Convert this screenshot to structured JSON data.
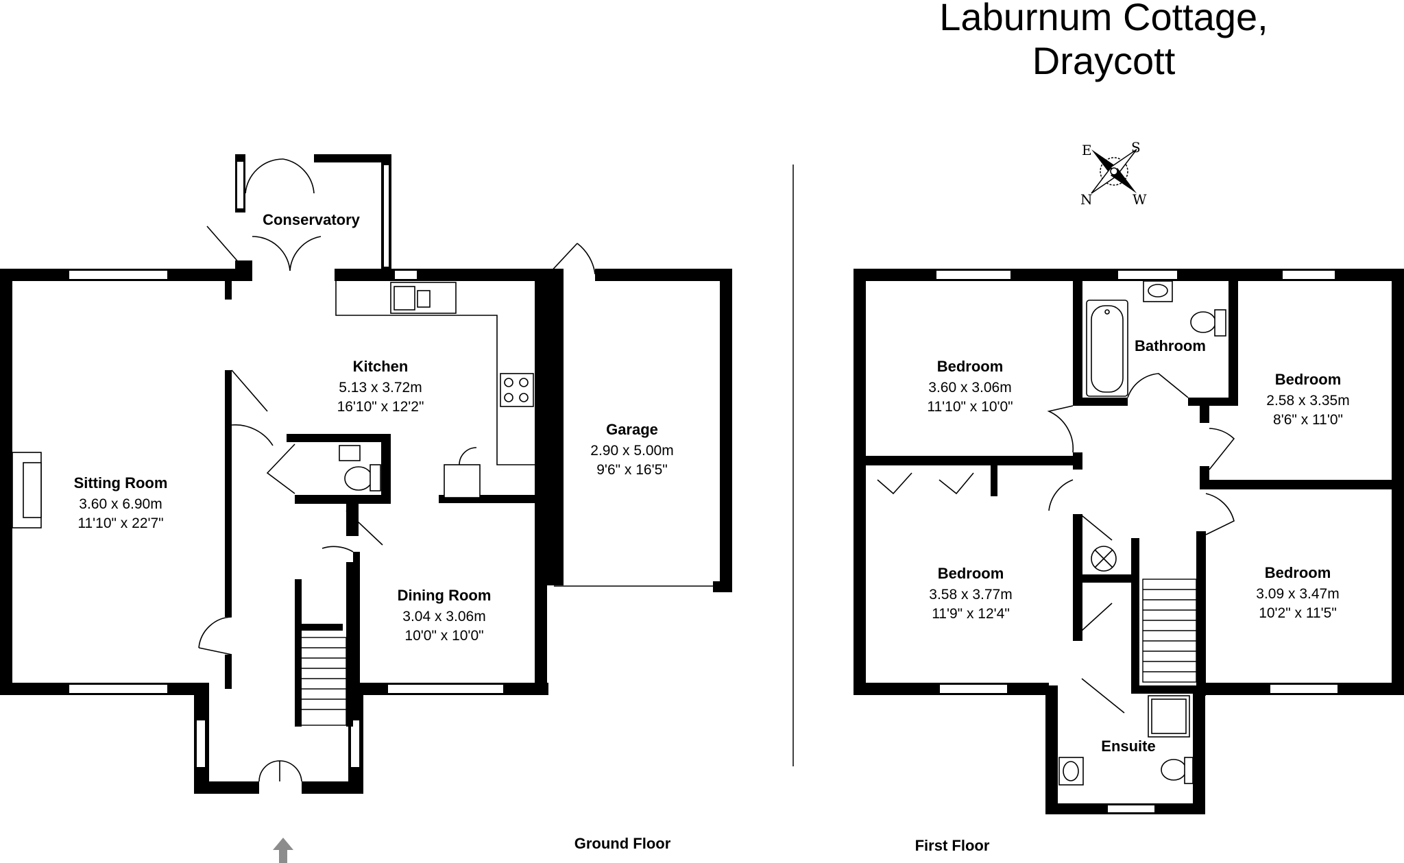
{
  "title": {
    "line1": "Laburnum Cottage,",
    "line2": "Draycott"
  },
  "floors": {
    "ground": "Ground Floor",
    "first": "First Floor"
  },
  "compass": {
    "n": "N",
    "e": "E",
    "s": "S",
    "w": "W"
  },
  "rooms": {
    "conservatory": {
      "name": "Conservatory"
    },
    "kitchen": {
      "name": "Kitchen",
      "metric": "5.13 x 3.72m",
      "imperial": "16'10\" x 12'2\""
    },
    "sitting": {
      "name": "Sitting Room",
      "metric": "3.60 x 6.90m",
      "imperial": "11'10\" x 22'7\""
    },
    "garage": {
      "name": "Garage",
      "metric": "2.90 x 5.00m",
      "imperial": "9'6\" x 16'5\""
    },
    "dining": {
      "name": "Dining Room",
      "metric": "3.04 x 3.06m",
      "imperial": "10'0\" x 10'0\""
    },
    "bed1": {
      "name": "Bedroom",
      "metric": "3.60 x 3.06m",
      "imperial": "11'10\" x 10'0\""
    },
    "bathroom": {
      "name": "Bathroom"
    },
    "bed2": {
      "name": "Bedroom",
      "metric": "2.58 x 3.35m",
      "imperial": "8'6\" x 11'0\""
    },
    "bed3": {
      "name": "Bedroom",
      "metric": "3.58 x 3.77m",
      "imperial": "11'9\" x 12'4\""
    },
    "bed4": {
      "name": "Bedroom",
      "metric": "3.09 x 3.47m",
      "imperial": "10'2\" x 11'5\""
    },
    "ensuite": {
      "name": "Ensuite"
    }
  },
  "colors": {
    "wall": "#000000",
    "background": "#ffffff",
    "arrow": "#8c8c8c"
  }
}
